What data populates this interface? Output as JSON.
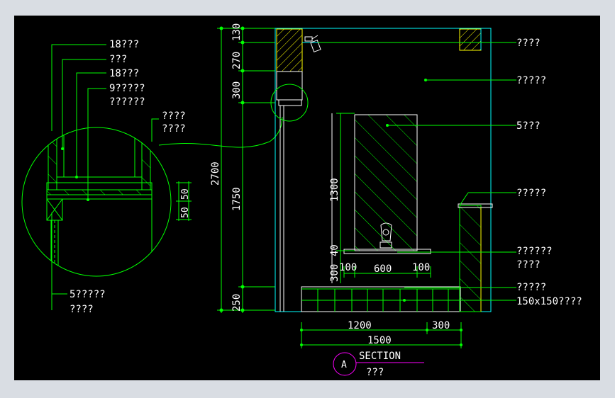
{
  "detail": {
    "callouts": [
      {
        "text": "18???"
      },
      {
        "text": "???"
      },
      {
        "text": "18???"
      },
      {
        "text": "9?????"
      },
      {
        "text": "??????"
      },
      {
        "text": "????"
      },
      {
        "text": "????"
      },
      {
        "text": "5?????"
      },
      {
        "text": "????"
      }
    ],
    "dims": [
      "50",
      "50"
    ]
  },
  "vertical_dims": {
    "left_total": "2700",
    "stack": [
      "130",
      "270",
      "300",
      "1750",
      "250"
    ]
  },
  "mirror_dims": {
    "height": "1300",
    "small": [
      "300",
      "40"
    ]
  },
  "right_callouts": [
    {
      "text": "????"
    },
    {
      "text": "?????"
    },
    {
      "text": "5???"
    },
    {
      "text": "?????"
    },
    {
      "text": "??????"
    },
    {
      "text": "????"
    },
    {
      "text": "?????"
    },
    {
      "text": "150x150????"
    }
  ],
  "horizontal_dims": {
    "shelf": [
      "100",
      "600",
      "100"
    ],
    "row1": [
      "1200",
      "300"
    ],
    "total": "1500"
  },
  "title": {
    "bubble": "A",
    "label": "SECTION",
    "sub": "???"
  },
  "colors": {
    "background": "#000000",
    "green": "#00ff00",
    "yellow": "#ffff00",
    "cyan": "#00ffff",
    "magenta": "#ff00ff",
    "white": "#ffffff"
  }
}
